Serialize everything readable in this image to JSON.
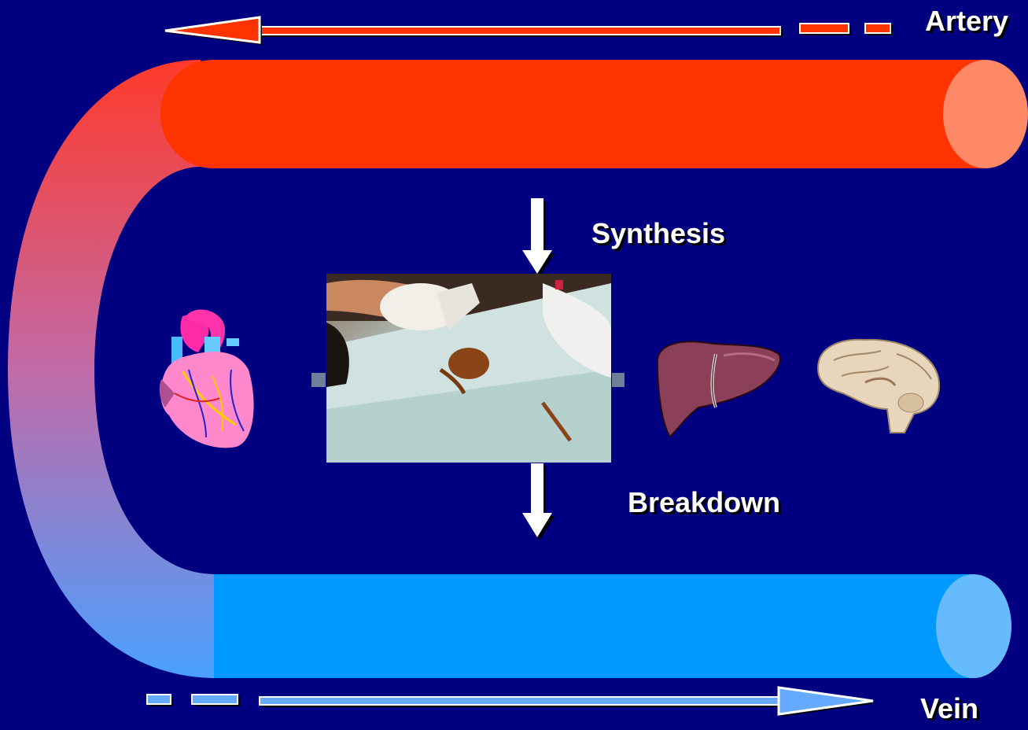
{
  "labels": {
    "artery": "Artery",
    "vein": "Vein",
    "synthesis": "Synthesis",
    "breakdown": "Breakdown"
  },
  "colors": {
    "background": "#000080",
    "artery": "#ff3300",
    "artery_end": "#ff8866",
    "vein": "#0099ff",
    "vein_end": "#66bbff",
    "arrow_white": "#ffffff"
  },
  "icons": {
    "heart": "heart-icon",
    "liver": "liver-icon",
    "brain": "brain-icon"
  }
}
